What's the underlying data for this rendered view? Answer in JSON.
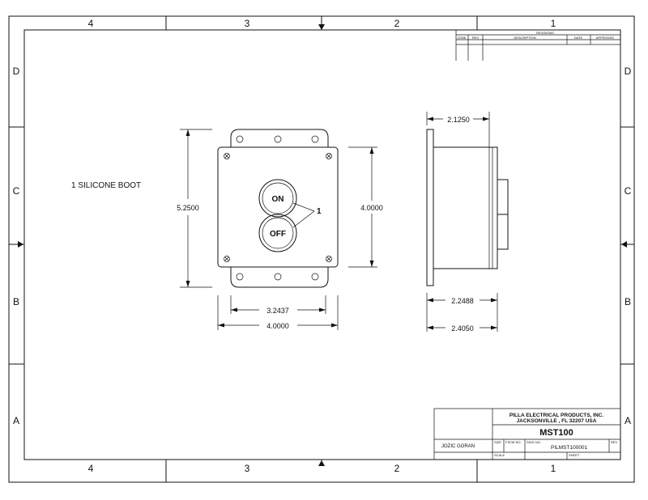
{
  "zones": {
    "columns": [
      "4",
      "3",
      "2",
      "1"
    ],
    "rows": [
      "D",
      "C",
      "B",
      "A"
    ]
  },
  "revisions": {
    "title": "REVISIONS",
    "headers": {
      "zone": "ZONE",
      "rev": "REV",
      "description": "DESCRIPTION",
      "date": "DATE",
      "approved": "APPROVED"
    }
  },
  "note": "1 SILICONE BOOT",
  "front_view": {
    "button_on": "ON",
    "button_off": "OFF",
    "callout": "1",
    "dim_overall_height": "5.2500",
    "dim_body_height": "4.0000",
    "dim_hole_spacing": "3.2437",
    "dim_body_width": "4.0000"
  },
  "side_view": {
    "dim_top": "2.1250",
    "dim_mid": "2.2488",
    "dim_bottom": "2.4050"
  },
  "title_block": {
    "company_line1": "PILLA ELECTRICAL PRODUCTS, INC.",
    "company_line2": "JACKSONVILLE , FL 32207  USA",
    "title": "MST100",
    "drawn_by": "JOZIC GORAN",
    "size_label": "SIZE",
    "fscm_label": "FSCM NO.",
    "dwg_label": "DWG NO.",
    "dwg_no": "PILMST100001",
    "rev_label": "REV",
    "scale_label": "SCALE",
    "sheet_label": "SHEET"
  }
}
